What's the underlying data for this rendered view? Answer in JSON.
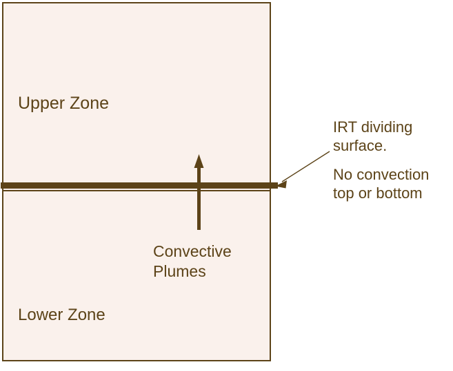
{
  "diagram": {
    "title_text_present": false,
    "colors": {
      "line": "#5c4318",
      "zone_fill": "#faf1ec",
      "page_background": "#ffffff"
    },
    "box": {
      "upper_zone_label": "Upper Zone",
      "lower_zone_label": "Lower Zone"
    },
    "divider": {
      "name": "IRT dividing surface"
    },
    "plume": {
      "label": "Convective\nPlumes",
      "arrow_direction": "up"
    },
    "annotations": [
      {
        "id": "irt-dividing-surface",
        "text": "IRT dividing\nsurface.",
        "has_leader_arrow": true,
        "leader_points_to": "divider"
      },
      {
        "id": "no-convection",
        "text": "No convection\ntop or bottom",
        "has_leader_arrow": false
      }
    ]
  }
}
